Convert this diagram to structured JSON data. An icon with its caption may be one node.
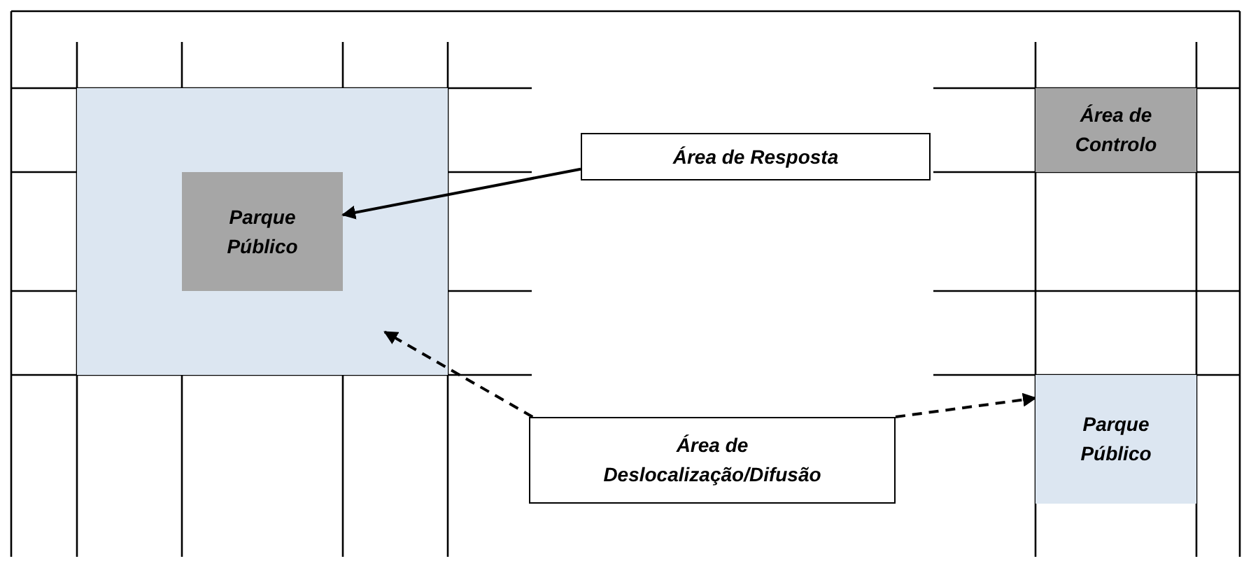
{
  "diagram": {
    "nodes": [
      {
        "text": [],
        "shape": "box"
      },
      {
        "text": [
          "Parque Público"
        ],
        "in": 0
      },
      {
        "text": [
          "Área de Controlo"
        ]
      },
      {
        "text": [
          "Área de Resposta"
        ]
      },
      {
        "text": [
          "Área de Deslocalização/Difusão"
        ]
      },
      {
        "text": [
          "Parque Público"
        ]
      }
    ],
    "edges": [
      {
        "from": 3,
        "to": 1,
        "arrow": "to"
      },
      {
        "from": 4,
        "to": 0,
        "arrow": "to",
        "style": "dashed"
      },
      {
        "from": 4,
        "to": 5,
        "arrow": "to",
        "style": "dashed"
      }
    ]
  }
}
